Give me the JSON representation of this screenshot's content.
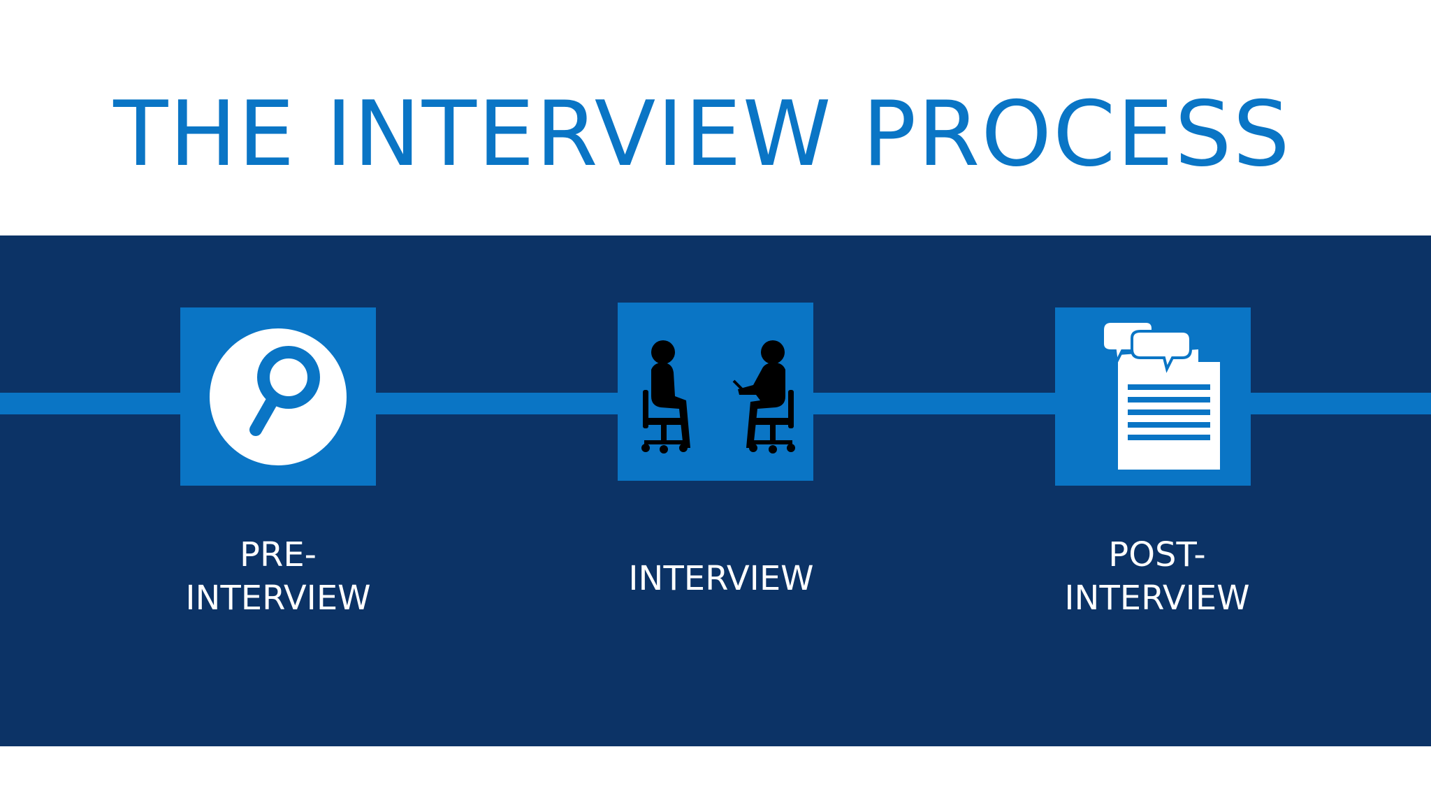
{
  "title": "THE INTERVIEW PROCESS",
  "colors": {
    "title": "#0a75c5",
    "band": "#0c3366",
    "accent": "#0a75c5",
    "label": "#ffffff",
    "icon_dark": "#000000",
    "icon_light": "#ffffff"
  },
  "steps": [
    {
      "label": "PRE-\nINTERVIEW",
      "icon": "magnifier-icon"
    },
    {
      "label": "INTERVIEW",
      "icon": "interview-people-icon"
    },
    {
      "label": "POST-\nINTERVIEW",
      "icon": "document-feedback-icon"
    }
  ]
}
